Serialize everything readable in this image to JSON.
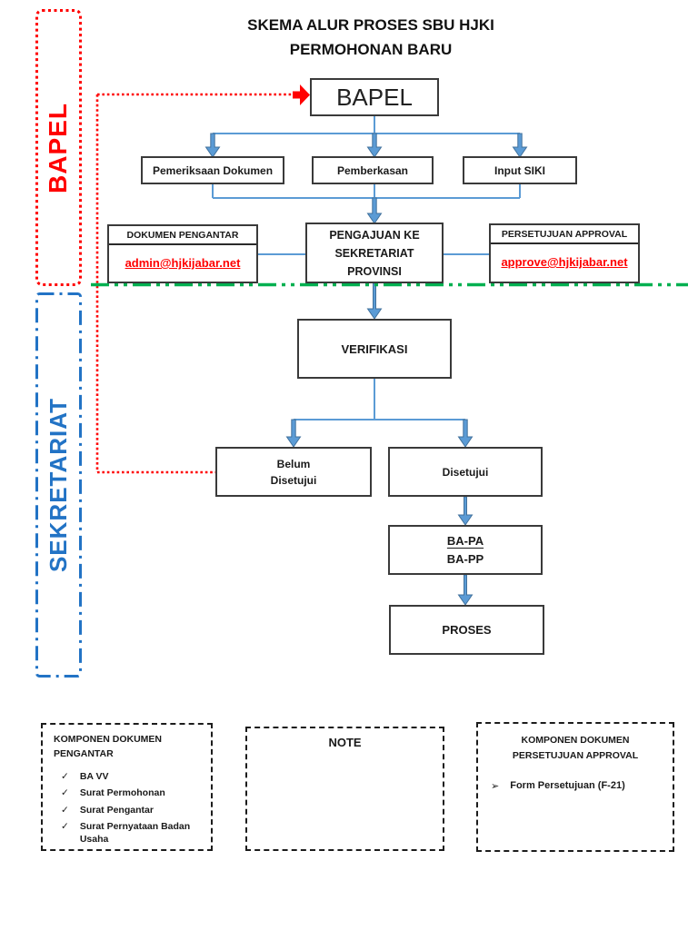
{
  "title": {
    "line1": "SKEMA ALUR PROSES SBU HJKI",
    "line2": "PERMOHONAN BARU"
  },
  "lanes": {
    "bapel": "BAPEL",
    "sekretariat": "SEKRETARIAT"
  },
  "flow": {
    "bapel": "BAPEL",
    "pemeriksaan": "Pemeriksaan Dokumen",
    "pemberkasan": "Pemberkasan",
    "input_siki": "Input SIKI",
    "dokumen_pengantar": {
      "header": "DOKUMEN PENGANTAR",
      "email": "admin@hjkijabar.net"
    },
    "pengajuan": {
      "line1": "PENGAJUAN KE",
      "line2": "SEKRETARIAT",
      "line3": "PROVINSI"
    },
    "persetujuan": {
      "header": "PERSETUJUAN APPROVAL",
      "email": "approve@hjkijabar.net"
    },
    "verifikasi": "VERIFIKASI",
    "belum_disetujui": {
      "line1": "Belum",
      "line2": "Disetujui"
    },
    "disetujui": "Disetujui",
    "ba_pa": "BA-PA",
    "ba_pp": "BA-PP",
    "proses": "PROSES"
  },
  "notes": {
    "komponen_pengantar": {
      "title": "KOMPONEN DOKUMEN PENGANTAR",
      "check": "✓",
      "items": [
        "BA VV",
        "Surat Permohonan",
        "Surat Pengantar",
        "Surat Pernyataan Badan Usaha"
      ]
    },
    "note": {
      "title": "NOTE"
    },
    "komponen_approval": {
      "title": "KOMPONEN DOKUMEN PERSETUJUAN APPROVAL",
      "bullet": "➢",
      "items": [
        "Form Persetujuan (F-21)"
      ]
    }
  },
  "colors": {
    "red": "#FF0000",
    "connector_blue": "#5B9BD5",
    "connector_blue_dark": "#41719C",
    "lane_blue": "#2273C5",
    "divider_green": "#00B050",
    "box_border": "#3A3A3A"
  }
}
